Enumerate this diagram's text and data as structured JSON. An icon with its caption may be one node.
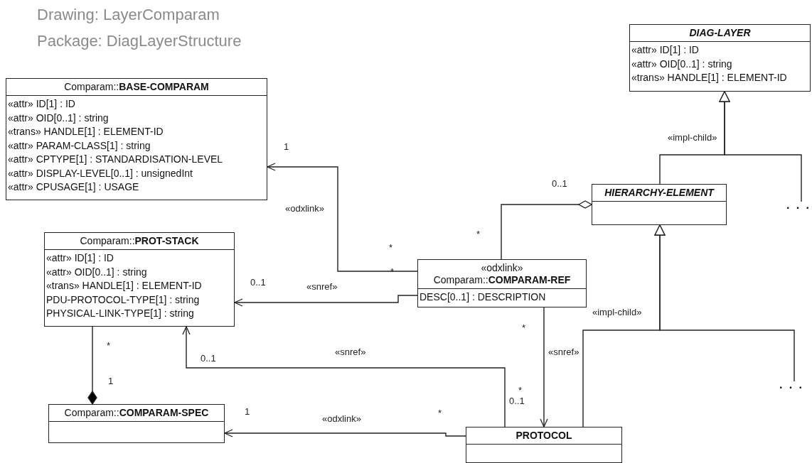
{
  "diagram": {
    "nodes": [
      {
        "text": [
          "Comparam::**BASE-COMPARAM**",
          "«attr» ID[1] : ID",
          "«attr» OID[0..1] : string",
          "«trans» HANDLE[1] : ELEMENT-ID",
          "«attr» PARAM-CLASS[1] : string",
          "«attr» CPTYPE[1] : STANDARDISATION-LEVEL",
          "«attr» DISPLAY-LEVEL[0..1] : unsignedInt",
          "«attr» CPUSAGE[1] : USAGE"
        ]
      },
      {
        "text": [
          "DIAG-LAYER",
          "«attr» ID[1] : ID",
          "«attr» OID[0..1] : string",
          "«trans» HANDLE[1] : ELEMENT-ID"
        ]
      },
      {
        "text": [
          "HIERARCHY-ELEMENT"
        ]
      },
      {
        "text": [
          "· · ·"
        ]
      },
      {
        "text": [
          "Comparam::**PROT-STACK**",
          "«attr» ID[1] : ID",
          "«attr» OID[0..1] : string",
          "«trans» HANDLE[1] : ELEMENT-ID",
          "PDU-PROTOCOL-TYPE[1] : string",
          "PHYSICAL-LINK-TYPE[1] : string"
        ]
      },
      {
        "text": [
          "«odxlink»",
          "Comparam::**COMPARAM-REF**",
          "DESC[0..1] : DESCRIPTION"
        ]
      },
      {
        "text": [
          "Comparam::**COMPARAM-SPEC**"
        ]
      },
      {
        "text": [
          "· · ·"
        ]
      },
      {
        "text": [
          "PROTOCOL"
        ]
      }
    ],
    "edges": [
      {
        "from": 2,
        "to": 1,
        "arrow": "to",
        "label": "«impl-child»"
      },
      {
        "from": 3,
        "to": 1,
        "arrow": "to"
      },
      {
        "from": 5,
        "to": 2,
        "arrow": "other"
      },
      {
        "from": 5,
        "to": 0,
        "arrow": "to",
        "label": "«odxlink»"
      },
      {
        "from": 5,
        "to": 4,
        "arrow": "to",
        "label": "«snref»"
      },
      {
        "from": 5,
        "to": 8,
        "arrow": "to",
        "label": "«snref»"
      },
      {
        "from": 8,
        "to": 4,
        "arrow": "to",
        "label": "«snref»"
      },
      {
        "from": 8,
        "to": 6,
        "arrow": "to",
        "label": "«odxlink»"
      },
      {
        "from": 4,
        "to": 6,
        "arrow": "other"
      },
      {
        "from": 8,
        "to": 2,
        "arrow": "to",
        "label": "«impl-child»"
      },
      {
        "from": 7,
        "to": 2,
        "arrow": "to"
      }
    ],
    "labels": [
      "Drawing: LayerComparam",
      "Package: DiagLayerStructure",
      "1",
      "0..1",
      "*",
      "*",
      "*",
      "0..1",
      "*",
      "*",
      "0..1",
      "1",
      "*",
      "0..1",
      "1",
      "*"
    ]
  }
}
